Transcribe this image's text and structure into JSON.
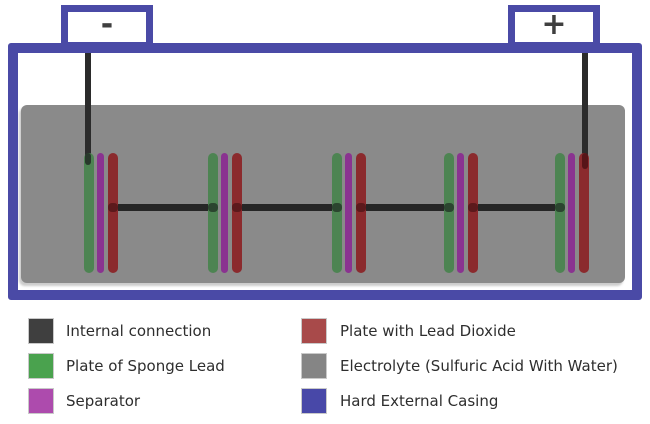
{
  "battery": {
    "negative_label": "-",
    "positive_label": "+",
    "cell_count": 5
  },
  "colors": {
    "casing": "#4a4aa6",
    "electrolyte": "#8a8a8a",
    "plate_sponge_lead": "#4d8452",
    "separator": "#8a3390",
    "plate_lead_dioxide": "#8b2a2d",
    "internal_connection": "#262626",
    "terminal_symbol": "#3f3f3f"
  },
  "legend": {
    "items": [
      {
        "label": "Internal connection",
        "color": "#3f3f3f"
      },
      {
        "label": "Plate of Sponge Lead",
        "color": "#4aa24e"
      },
      {
        "label": "Separator",
        "color": "#ad4bad"
      },
      {
        "label": "Plate with Lead Dioxide",
        "color": "#a84a4a"
      },
      {
        "label": "Electrolyte (Sulfuric Acid With Water)",
        "color": "#858585"
      },
      {
        "label": "Hard External Casing",
        "color": "#4848a8"
      }
    ]
  }
}
